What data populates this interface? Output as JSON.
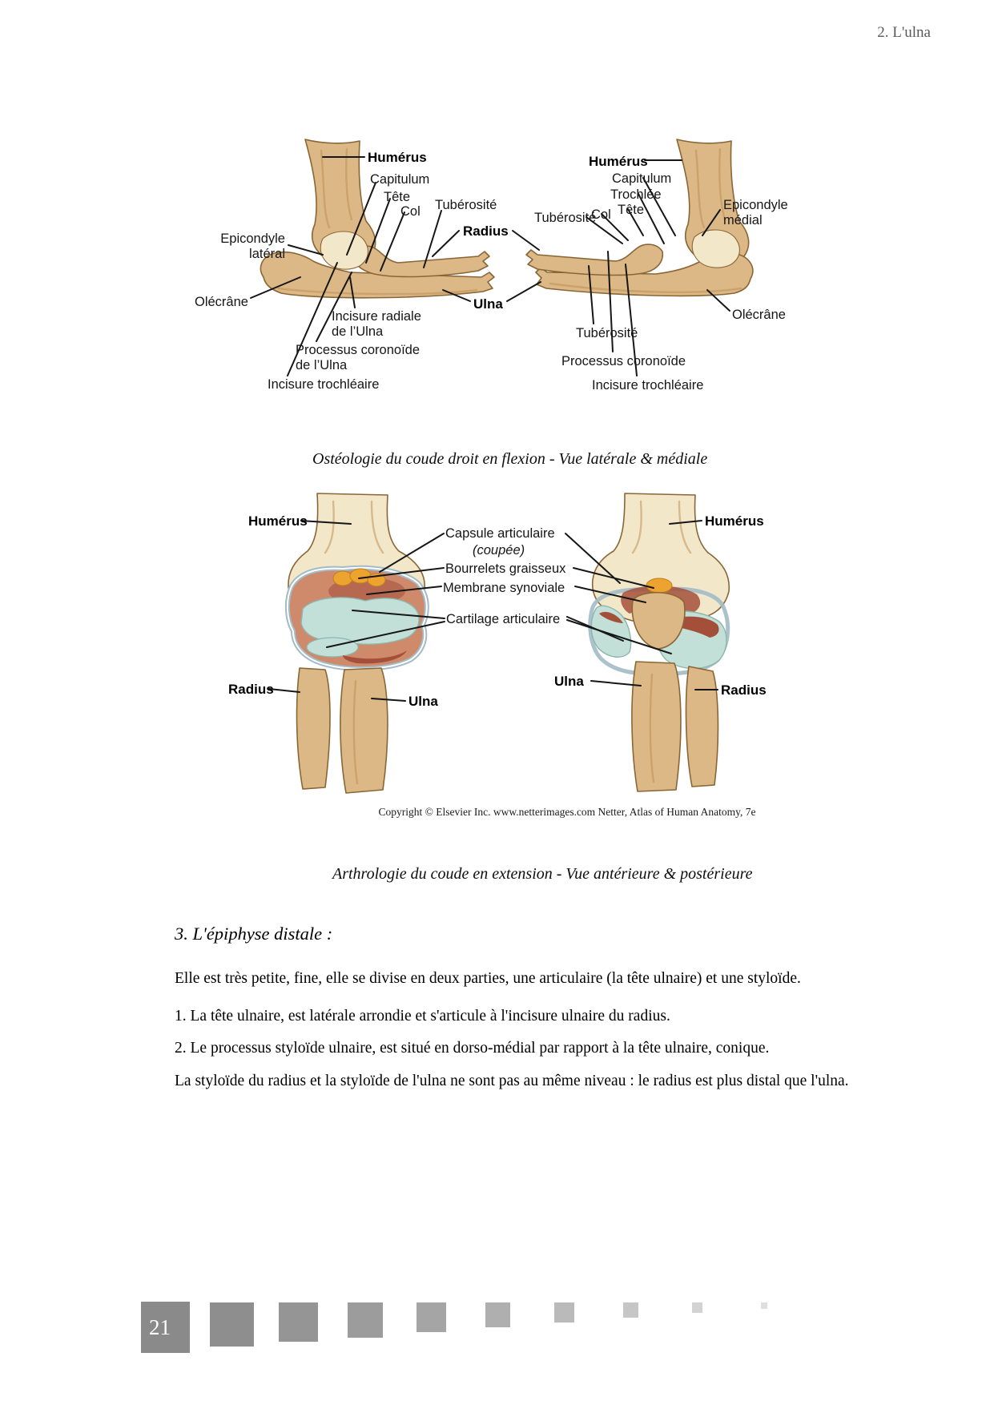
{
  "page": {
    "header": "2. L'ulna",
    "page_number": "21"
  },
  "figure1": {
    "caption": "Ostéologie du coude droit en flexion - Vue latérale & médiale",
    "labels": {
      "humerus_left": "Humérus",
      "capitulum_left": "Capitulum",
      "tete_left": "Tête",
      "col_left": "Col",
      "tuberosite_left": "Tubérosité",
      "epicondyle_lateral": "Epicondyle\nlatéral",
      "olecrane_left": "Olécrâne",
      "incisure_radiale": "Incisure radiale\nde l’Ulna",
      "processus_coronoide_left": "Processus coronoïde\nde l’Ulna",
      "incisure_trochleaire_left": "Incisure trochléaire",
      "radius_center": "Radius",
      "ulna_center": "Ulna",
      "tuberosite_right_upper": "Tubérosité",
      "col_right": "Col",
      "tete_right": "Tête",
      "trochlee": "Trochlée",
      "capitulum_right": "Capitulum",
      "humerus_right": "Humérus",
      "epicondyle_medial": "Epicondyle\nmédial",
      "olecrane_right": "Olécrâne",
      "tuberosite_right_lower": "Tubérosité",
      "processus_coronoide_right": "Processus coronoïde",
      "incisure_trochleaire_right": "Incisure trochléaire"
    }
  },
  "figure2": {
    "caption": "Arthrologie du coude en extension - Vue antérieure & postérieure",
    "copyright": "Copyright © Elsevier Inc.  www.netterimages.com Netter, Atlas of Human Anatomy, 7e",
    "labels": {
      "humerus_left": "Humérus",
      "capsule": "Capsule articulaire",
      "capsule_sub": "(coupée)",
      "bourrelets": "Bourrelets graisseux",
      "membrane": "Membrane synoviale",
      "cartilage": "Cartilage articulaire",
      "radius_left": "Radius",
      "ulna_left": "Ulna",
      "ulna_right": "Ulna",
      "humerus_right": "Humérus",
      "radius_right": "Radius"
    }
  },
  "section3": {
    "heading": "3. L'épiphyse distale :",
    "paragraphs": [
      "Elle est très petite, fine, elle se divise en deux parties, une articulaire (la tête ulnaire) et une styloïde.",
      "1. La tête ulnaire, est latérale arrondie et s'articule à l'incisure ulnaire du radius.",
      "2. Le processus styloïde ulnaire, est situé en dorso-médial par rapport à la tête ulnaire, conique.",
      "La styloïde du radius et la styloïde de l'ulna ne sont pas au même niveau : le radius est plus distal que l'ulna."
    ]
  },
  "footer": {
    "page_box_color": "#8a8a8a",
    "squares": [
      {
        "size": 55,
        "color": "#8e8e8e"
      },
      {
        "size": 49,
        "color": "#959595"
      },
      {
        "size": 44,
        "color": "#9c9c9c"
      },
      {
        "size": 37,
        "color": "#a5a5a5"
      },
      {
        "size": 31,
        "color": "#afafaf"
      },
      {
        "size": 25,
        "color": "#bababa"
      },
      {
        "size": 19,
        "color": "#c6c6c6"
      },
      {
        "size": 13,
        "color": "#d3d3d3"
      },
      {
        "size": 8,
        "color": "#dfdfdf"
      }
    ]
  },
  "colors": {
    "bone": "#dcb887",
    "bone_light": "#f3e7c9",
    "bone_dark": "#b98c50",
    "outline": "#8a6636",
    "synovial_pink": "#cf8a6c",
    "deep_red": "#a34f3a",
    "cartilage_blue": "#c2dfd8",
    "cartilage_edge": "#8fb5ac",
    "capsule_blue": "#a2bbc6",
    "fat_orange": "#eca32f",
    "fat_edge": "#c07f1c",
    "label_line": "#161616"
  }
}
